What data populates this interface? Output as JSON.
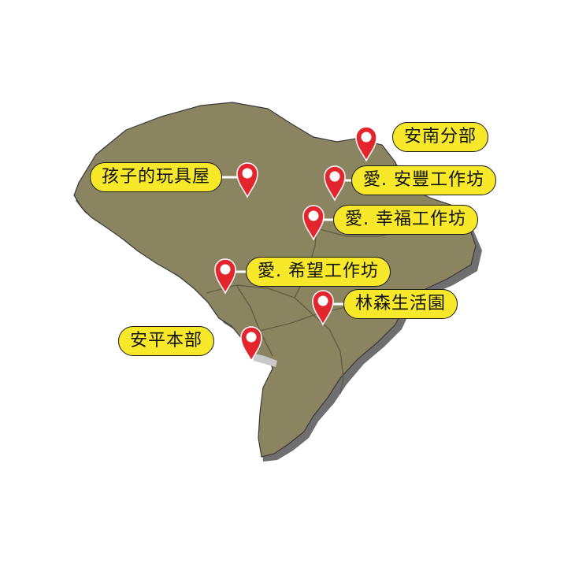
{
  "map": {
    "region_fill": "#8b8461",
    "shadow_fill": "#6f6f6f",
    "label_fill": "#f7e82a",
    "pin_color": "#e3262e",
    "locations": [
      {
        "id": "an-nan",
        "name": "安南分部"
      },
      {
        "id": "an-feng",
        "name": "愛. 安豐工作坊"
      },
      {
        "id": "toy-house",
        "name": "孩子的玩具屋"
      },
      {
        "id": "xing-fu",
        "name": "愛. 幸福工作坊"
      },
      {
        "id": "xi-wang",
        "name": "愛. 希望工作坊"
      },
      {
        "id": "lin-sen",
        "name": "林森生活園"
      },
      {
        "id": "an-ping",
        "name": "安平本部"
      }
    ]
  }
}
